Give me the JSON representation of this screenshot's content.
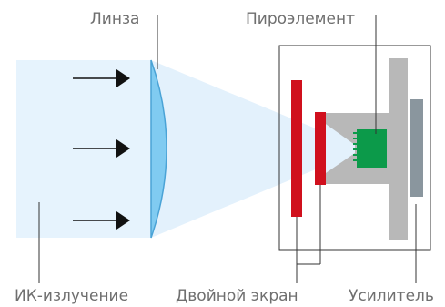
{
  "labels": {
    "lens": "Линза",
    "pyroelement": "Пироэлемент",
    "ir_radiation": "ИК-излучение",
    "dual_screen": "Двойной экран",
    "amplifier": "Усилитель"
  },
  "colors": {
    "beam": "#e6f3fd",
    "lens_fill": "#80cbf1",
    "lens_stroke": "#4aa3d6",
    "screen_red": "#d0101d",
    "housing_gray": "#b8b8b8",
    "amplifier_dark": "#8a969e",
    "pyro_green": "#0c9a4a",
    "arrow": "#111111",
    "leader": "#333333",
    "label_text": "#6f6f6f"
  },
  "icons": {
    "incoming_ray": "right-arrow-icon",
    "sensor": "pyroelectric-chip-icon"
  }
}
